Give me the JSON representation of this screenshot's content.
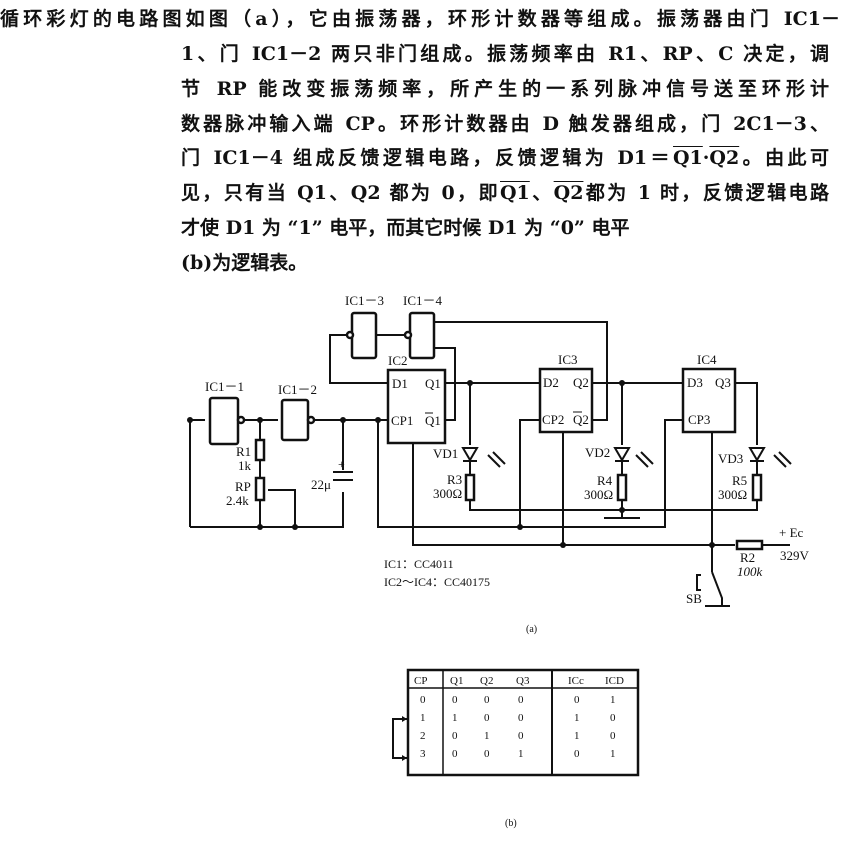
{
  "text": {
    "lines": [
      "循环彩灯的电路图如图（a），它由振荡器，环形计数器等组成。振荡器由门 IC1－",
      "1、门 IC1－2 两只非门组成。振荡频率由 R1、RP、C 决定，调",
      "节 RP 能改变振荡频率，所产生的一系列脉冲信号送至环形计",
      "数器脉冲输入端 CP。环形计数器由 D 触发器组成，门 2C1－3、",
      [
        "门 IC1－4 组成反馈逻辑电路，反馈逻辑为 D1＝",
        "Q1",
        "·",
        "Q2",
        "。由此可"
      ],
      [
        "见，只有当 Q1、Q2 都为 0，即",
        "Q1",
        "、",
        "Q2",
        "都为 1 时，反馈逻辑电路"
      ],
      "才使 D1 为 “1” 电平，而其它时候 D1 为 “0” 电平",
      "(b)为逻辑表。"
    ]
  },
  "circuit": {
    "gates": [
      "IC1－1",
      "IC1－2",
      "IC1－3",
      "IC1－4"
    ],
    "ics": [
      "IC2",
      "IC3",
      "IC4"
    ],
    "pins": {
      "ic2": [
        "D1",
        "Q1",
        "CP1",
        "Q1"
      ],
      "ic3": [
        "D2",
        "Q2",
        "CP2",
        "Q2"
      ],
      "ic4": [
        "D3",
        "Q3",
        "CP3"
      ]
    },
    "components": {
      "r1": "R1",
      "r1_val": "1k",
      "rp": "RP",
      "rp_val": "2.4k",
      "cap": "22μ",
      "cap_plus": "+",
      "vd1": "VD1",
      "vd2": "VD2",
      "vd3": "VD3",
      "r3": "R3",
      "r3_val": "300Ω",
      "r4": "R4",
      "r4_val": "300Ω",
      "r5": "R5",
      "r5_val": "300Ω",
      "r2": "R2",
      "r2_val": "100k",
      "sb": "SB",
      "ec": "+ Ec",
      "ec_val": "329V"
    },
    "notes": [
      "IC1：CC4011",
      "IC2～IC4：CC40175"
    ],
    "caption": "(a)"
  },
  "table": {
    "headers": [
      "CP",
      "Q1",
      "Q2",
      "Q3",
      "ICc",
      "ICD"
    ],
    "rows": [
      [
        "0",
        "0",
        "0",
        "0",
        "0",
        "1"
      ],
      [
        "1",
        "1",
        "0",
        "0",
        "1",
        "0"
      ],
      [
        "2",
        "0",
        "1",
        "0",
        "1",
        "0"
      ],
      [
        "3",
        "0",
        "0",
        "1",
        "0",
        "1"
      ]
    ],
    "caption": "(b)"
  }
}
